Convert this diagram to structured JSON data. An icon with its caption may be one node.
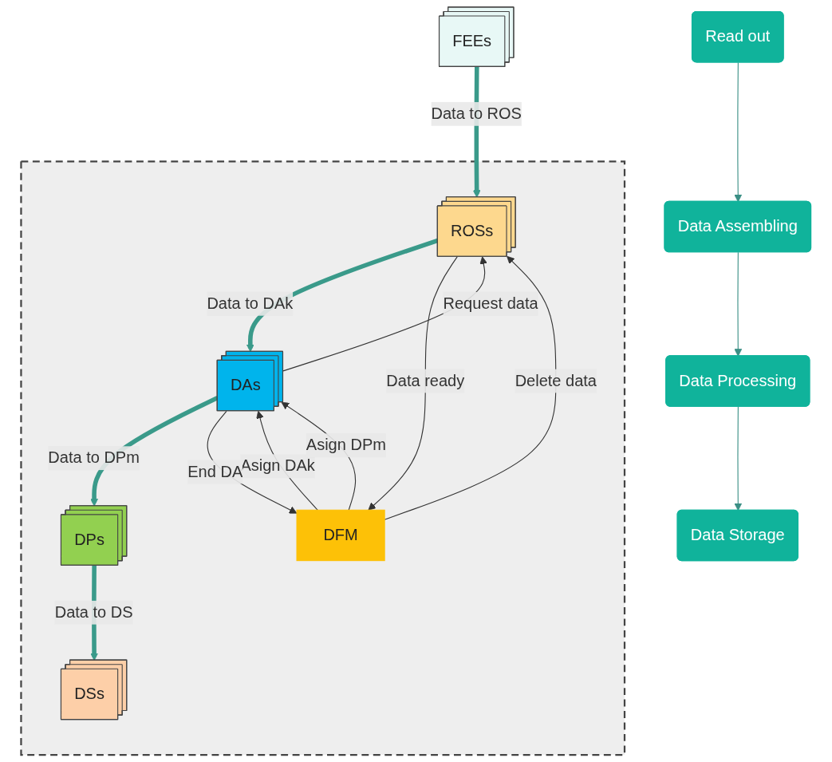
{
  "diagram": {
    "nodes": [
      {
        "text": [
          "Read out"
        ]
      },
      {
        "text": [
          "Data Assembling"
        ]
      },
      {
        "text": [
          "Data Processing"
        ]
      },
      {
        "text": [
          "Data Storage"
        ]
      },
      {
        "text": [
          "FEEs"
        ]
      },
      {
        "text": [],
        "shape": "box"
      },
      {
        "text": [
          "ROSs"
        ],
        "in": 5
      },
      {
        "text": [
          "DAs"
        ],
        "in": 5
      },
      {
        "text": [
          "DPs"
        ],
        "in": 5
      },
      {
        "text": [
          "DSs"
        ],
        "in": 5
      },
      {
        "text": [
          "DFM"
        ],
        "in": 5
      }
    ],
    "edges": [
      {
        "from": 0,
        "to": 1,
        "arrow": "to",
        "color": "#3a8f85"
      },
      {
        "from": 1,
        "to": 2,
        "arrow": "to",
        "color": "#3a8f85"
      },
      {
        "from": 2,
        "to": 3,
        "arrow": "to",
        "color": "#3a8f85"
      },
      {
        "from": 4,
        "to": 6,
        "label": "Data to ROS",
        "arrow": "to",
        "style": "thick",
        "color": "#3a9a8a"
      },
      {
        "from": 6,
        "to": 7,
        "label": "Data to DAk",
        "arrow": "to",
        "style": "thick",
        "color": "#3a9a8a"
      },
      {
        "from": 7,
        "to": 8,
        "label": "Data to DPm",
        "arrow": "to",
        "style": "thick",
        "color": "#3a9a8a"
      },
      {
        "from": 8,
        "to": 9,
        "label": "Data to DS",
        "arrow": "to",
        "style": "thick",
        "color": "#3a9a8a"
      },
      {
        "from": 10,
        "to": 6,
        "label": "Delete data",
        "arrow": "to"
      },
      {
        "from": 6,
        "to": 10,
        "label": "Data ready",
        "arrow": "to"
      },
      {
        "from": 7,
        "to": 6,
        "label": "Request data",
        "arrow": "to"
      },
      {
        "from": 10,
        "to": 7,
        "label": "Asign DAk",
        "arrow": "to"
      },
      {
        "from": 7,
        "to": 10,
        "label": "End DA",
        "arrow": "to"
      },
      {
        "from": 10,
        "to": 7,
        "label": "Asign DPm",
        "arrow": "to"
      }
    ]
  }
}
